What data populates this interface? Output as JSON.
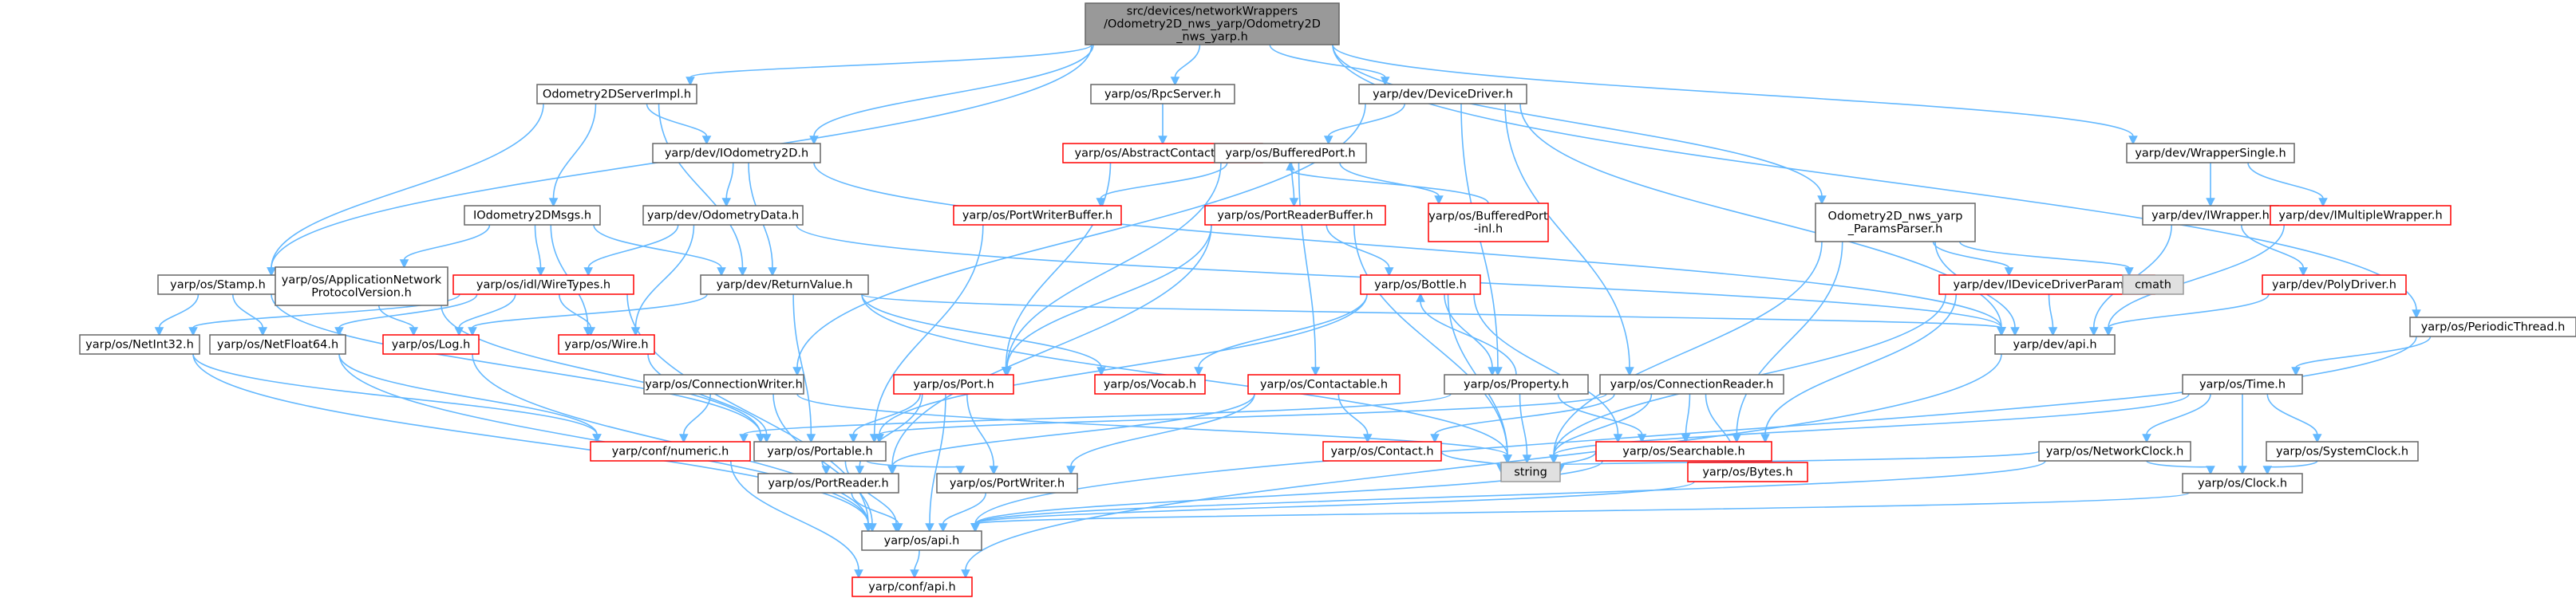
{
  "title": "src/devices/networkWrappers/Odometry2D_nws_yarp/Odometry2D_nws_yarp.h",
  "colors": {
    "root_fill": "#999999",
    "root_stroke": "#666666",
    "normal_fill": "#ffffff",
    "normal_stroke": "#666666",
    "red_stroke": "#ff0000",
    "gray_fill": "#e0e0e0",
    "gray_stroke": "#999999",
    "edge": "#63b8ff"
  },
  "nodes": [
    {
      "id": "root",
      "lines": [
        "src/devices/networkWrappers",
        "/Odometry2D_nws_yarp/Odometry2D",
        "_nws_yarp.h"
      ],
      "style": "root"
    },
    {
      "id": "odo_server_impl",
      "lines": [
        "Odometry2DServerImpl.h"
      ],
      "style": "normal"
    },
    {
      "id": "rpc_server",
      "lines": [
        "yarp/os/RpcServer.h"
      ],
      "style": "normal"
    },
    {
      "id": "device_driver",
      "lines": [
        "yarp/dev/DeviceDriver.h"
      ],
      "style": "normal"
    },
    {
      "id": "wrapper_single",
      "lines": [
        "yarp/dev/WrapperSingle.h"
      ],
      "style": "normal"
    },
    {
      "id": "iodometry2d",
      "lines": [
        "yarp/dev/IOdometry2D.h"
      ],
      "style": "normal"
    },
    {
      "id": "abstract_contactable",
      "lines": [
        "yarp/os/AbstractContactable.h"
      ],
      "style": "red"
    },
    {
      "id": "buffered_port",
      "lines": [
        "yarp/os/BufferedPort.h"
      ],
      "style": "normal"
    },
    {
      "id": "iodometry2dmsgs",
      "lines": [
        "IOdometry2DMsgs.h"
      ],
      "style": "normal"
    },
    {
      "id": "odometry_data",
      "lines": [
        "yarp/dev/OdometryData.h"
      ],
      "style": "normal"
    },
    {
      "id": "port_writer_buffer",
      "lines": [
        "yarp/os/PortWriterBuffer.h"
      ],
      "style": "red"
    },
    {
      "id": "port_reader_buffer",
      "lines": [
        "yarp/os/PortReaderBuffer.h"
      ],
      "style": "red"
    },
    {
      "id": "buffered_port_inl",
      "lines": [
        "yarp/os/BufferedPort",
        "-inl.h"
      ],
      "style": "red"
    },
    {
      "id": "params_parser",
      "lines": [
        "Odometry2D_nws_yarp",
        "_ParamsParser.h"
      ],
      "style": "normal"
    },
    {
      "id": "iwrapper",
      "lines": [
        "yarp/dev/IWrapper.h"
      ],
      "style": "normal"
    },
    {
      "id": "imultiple_wrapper",
      "lines": [
        "yarp/dev/IMultipleWrapper.h"
      ],
      "style": "red"
    },
    {
      "id": "stamp",
      "lines": [
        "yarp/os/Stamp.h"
      ],
      "style": "normal"
    },
    {
      "id": "app_net_proto",
      "lines": [
        "yarp/os/ApplicationNetwork",
        "ProtocolVersion.h"
      ],
      "style": "normal"
    },
    {
      "id": "wire_types",
      "lines": [
        "yarp/os/idl/WireTypes.h"
      ],
      "style": "red"
    },
    {
      "id": "return_value",
      "lines": [
        "yarp/dev/ReturnValue.h"
      ],
      "style": "normal"
    },
    {
      "id": "bottle",
      "lines": [
        "yarp/os/Bottle.h"
      ],
      "style": "red"
    },
    {
      "id": "idevice_driver_params",
      "lines": [
        "yarp/dev/IDeviceDriverParams.h"
      ],
      "style": "red"
    },
    {
      "id": "cmath",
      "lines": [
        "cmath"
      ],
      "style": "gray"
    },
    {
      "id": "poly_driver",
      "lines": [
        "yarp/dev/PolyDriver.h"
      ],
      "style": "red"
    },
    {
      "id": "periodic_thread",
      "lines": [
        "yarp/os/PeriodicThread.h"
      ],
      "style": "normal"
    },
    {
      "id": "net_int32",
      "lines": [
        "yarp/os/NetInt32.h"
      ],
      "style": "normal"
    },
    {
      "id": "net_float64",
      "lines": [
        "yarp/os/NetFloat64.h"
      ],
      "style": "normal"
    },
    {
      "id": "log",
      "lines": [
        "yarp/os/Log.h"
      ],
      "style": "red"
    },
    {
      "id": "wire",
      "lines": [
        "yarp/os/Wire.h"
      ],
      "style": "red"
    },
    {
      "id": "connection_writer",
      "lines": [
        "yarp/os/ConnectionWriter.h"
      ],
      "style": "normal"
    },
    {
      "id": "port",
      "lines": [
        "yarp/os/Port.h"
      ],
      "style": "red"
    },
    {
      "id": "vocab",
      "lines": [
        "yarp/os/Vocab.h"
      ],
      "style": "red"
    },
    {
      "id": "contactable",
      "lines": [
        "yarp/os/Contactable.h"
      ],
      "style": "red"
    },
    {
      "id": "property",
      "lines": [
        "yarp/os/Property.h"
      ],
      "style": "normal"
    },
    {
      "id": "connection_reader",
      "lines": [
        "yarp/os/ConnectionReader.h"
      ],
      "style": "normal"
    },
    {
      "id": "dev_api",
      "lines": [
        "yarp/dev/api.h"
      ],
      "style": "normal"
    },
    {
      "id": "time",
      "lines": [
        "yarp/os/Time.h"
      ],
      "style": "normal"
    },
    {
      "id": "conf_numeric",
      "lines": [
        "yarp/conf/numeric.h"
      ],
      "style": "red"
    },
    {
      "id": "portable",
      "lines": [
        "yarp/os/Portable.h"
      ],
      "style": "normal"
    },
    {
      "id": "contact",
      "lines": [
        "yarp/os/Contact.h"
      ],
      "style": "red"
    },
    {
      "id": "searchable",
      "lines": [
        "yarp/os/Searchable.h"
      ],
      "style": "red"
    },
    {
      "id": "network_clock",
      "lines": [
        "yarp/os/NetworkClock.h"
      ],
      "style": "normal"
    },
    {
      "id": "system_clock",
      "lines": [
        "yarp/os/SystemClock.h"
      ],
      "style": "normal"
    },
    {
      "id": "string",
      "lines": [
        "string"
      ],
      "style": "gray"
    },
    {
      "id": "bytes",
      "lines": [
        "yarp/os/Bytes.h"
      ],
      "style": "red"
    },
    {
      "id": "port_reader",
      "lines": [
        "yarp/os/PortReader.h"
      ],
      "style": "normal"
    },
    {
      "id": "port_writer",
      "lines": [
        "yarp/os/PortWriter.h"
      ],
      "style": "normal"
    },
    {
      "id": "clock",
      "lines": [
        "yarp/os/Clock.h"
      ],
      "style": "normal"
    },
    {
      "id": "os_api",
      "lines": [
        "yarp/os/api.h"
      ],
      "style": "normal"
    },
    {
      "id": "conf_api",
      "lines": [
        "yarp/conf/api.h"
      ],
      "style": "red"
    }
  ],
  "edges": [
    [
      "root",
      "odo_server_impl"
    ],
    [
      "root",
      "iodometry2d"
    ],
    [
      "root",
      "rpc_server"
    ],
    [
      "root",
      "device_driver"
    ],
    [
      "root",
      "wrapper_single"
    ],
    [
      "root",
      "params_parser"
    ],
    [
      "root",
      "stamp"
    ],
    [
      "root",
      "periodic_thread"
    ],
    [
      "odo_server_impl",
      "iodometry2d"
    ],
    [
      "odo_server_impl",
      "iodometry2dmsgs"
    ],
    [
      "odo_server_impl",
      "stamp"
    ],
    [
      "odo_server_impl",
      "return_value"
    ],
    [
      "rpc_server",
      "abstract_contactable"
    ],
    [
      "device_driver",
      "buffered_port"
    ],
    [
      "device_driver",
      "property"
    ],
    [
      "device_driver",
      "connection_reader"
    ],
    [
      "device_driver",
      "connection_writer"
    ],
    [
      "device_driver",
      "dev_api"
    ],
    [
      "iodometry2d",
      "odometry_data"
    ],
    [
      "iodometry2d",
      "return_value"
    ],
    [
      "iodometry2d",
      "dev_api"
    ],
    [
      "abstract_contactable",
      "port"
    ],
    [
      "buffered_port",
      "port_writer_buffer"
    ],
    [
      "buffered_port",
      "port_reader_buffer"
    ],
    [
      "buffered_port",
      "buffered_port_inl"
    ],
    [
      "buffered_port",
      "port"
    ],
    [
      "buffered_port",
      "contactable"
    ],
    [
      "buffered_port_inl",
      "buffered_port"
    ],
    [
      "iodometry2dmsgs",
      "app_net_proto"
    ],
    [
      "iodometry2dmsgs",
      "wire_types"
    ],
    [
      "iodometry2dmsgs",
      "wire"
    ],
    [
      "iodometry2dmsgs",
      "return_value"
    ],
    [
      "odometry_data",
      "wire_types"
    ],
    [
      "odometry_data",
      "wire"
    ],
    [
      "odometry_data",
      "dev_api"
    ],
    [
      "port_writer_buffer",
      "portable"
    ],
    [
      "port_reader_buffer",
      "bottle"
    ],
    [
      "port_reader_buffer",
      "port"
    ],
    [
      "port_reader_buffer",
      "port_reader"
    ],
    [
      "port_reader_buffer",
      "string"
    ],
    [
      "params_parser",
      "idevice_driver_params"
    ],
    [
      "params_parser",
      "cmath"
    ],
    [
      "params_parser",
      "searchable"
    ],
    [
      "params_parser",
      "dev_api"
    ],
    [
      "params_parser",
      "string"
    ],
    [
      "wrapper_single",
      "iwrapper"
    ],
    [
      "wrapper_single",
      "imultiple_wrapper"
    ],
    [
      "iwrapper",
      "poly_driver"
    ],
    [
      "iwrapper",
      "dev_api"
    ],
    [
      "imultiple_wrapper",
      "dev_api"
    ],
    [
      "poly_driver",
      "dev_api"
    ],
    [
      "stamp",
      "net_int32"
    ],
    [
      "stamp",
      "net_float64"
    ],
    [
      "stamp",
      "portable"
    ],
    [
      "app_net_proto",
      "log"
    ],
    [
      "app_net_proto",
      "portable"
    ],
    [
      "wire_types",
      "net_int32"
    ],
    [
      "wire_types",
      "net_float64"
    ],
    [
      "wire_types",
      "log"
    ],
    [
      "wire_types",
      "wire"
    ],
    [
      "wire_types",
      "os_api"
    ],
    [
      "return_value",
      "log"
    ],
    [
      "return_value",
      "vocab"
    ],
    [
      "return_value",
      "portable"
    ],
    [
      "return_value",
      "string"
    ],
    [
      "return_value",
      "dev_api"
    ],
    [
      "bottle",
      "vocab"
    ],
    [
      "bottle",
      "property"
    ],
    [
      "bottle",
      "searchable"
    ],
    [
      "bottle",
      "portable"
    ],
    [
      "bottle",
      "string"
    ],
    [
      "idevice_driver_params",
      "dev_api"
    ],
    [
      "idevice_driver_params",
      "searchable"
    ],
    [
      "idevice_driver_params",
      "string"
    ],
    [
      "periodic_thread",
      "time"
    ],
    [
      "periodic_thread",
      "os_api"
    ],
    [
      "net_int32",
      "conf_numeric"
    ],
    [
      "net_int32",
      "os_api"
    ],
    [
      "net_float64",
      "conf_numeric"
    ],
    [
      "net_float64",
      "os_api"
    ],
    [
      "log",
      "os_api"
    ],
    [
      "wire",
      "portable"
    ],
    [
      "connection_writer",
      "conf_numeric"
    ],
    [
      "connection_writer",
      "string"
    ],
    [
      "connection_writer",
      "os_api"
    ],
    [
      "port",
      "portable"
    ],
    [
      "port",
      "port_reader"
    ],
    [
      "port",
      "port_writer"
    ],
    [
      "port",
      "os_api"
    ],
    [
      "contactable",
      "contact"
    ],
    [
      "contactable",
      "port_reader"
    ],
    [
      "contactable",
      "port_writer"
    ],
    [
      "property",
      "bottle"
    ],
    [
      "property",
      "searchable"
    ],
    [
      "property",
      "string"
    ],
    [
      "property",
      "conf_numeric"
    ],
    [
      "connection_reader",
      "contact"
    ],
    [
      "connection_reader",
      "searchable"
    ],
    [
      "connection_reader",
      "bytes"
    ],
    [
      "connection_reader",
      "string"
    ],
    [
      "connection_reader",
      "portable"
    ],
    [
      "dev_api",
      "conf_api"
    ],
    [
      "time",
      "network_clock"
    ],
    [
      "time",
      "system_clock"
    ],
    [
      "time",
      "clock"
    ],
    [
      "time",
      "string"
    ],
    [
      "conf_numeric",
      "conf_api"
    ],
    [
      "portable",
      "port_reader"
    ],
    [
      "portable",
      "port_writer"
    ],
    [
      "portable",
      "os_api"
    ],
    [
      "contact",
      "string"
    ],
    [
      "searchable",
      "string"
    ],
    [
      "searchable",
      "os_api"
    ],
    [
      "network_clock",
      "clock"
    ],
    [
      "network_clock",
      "string"
    ],
    [
      "network_clock",
      "os_api"
    ],
    [
      "system_clock",
      "clock"
    ],
    [
      "bytes",
      "os_api"
    ],
    [
      "port_reader",
      "os_api"
    ],
    [
      "port_writer",
      "os_api"
    ],
    [
      "clock",
      "os_api"
    ],
    [
      "os_api",
      "conf_api"
    ]
  ]
}
